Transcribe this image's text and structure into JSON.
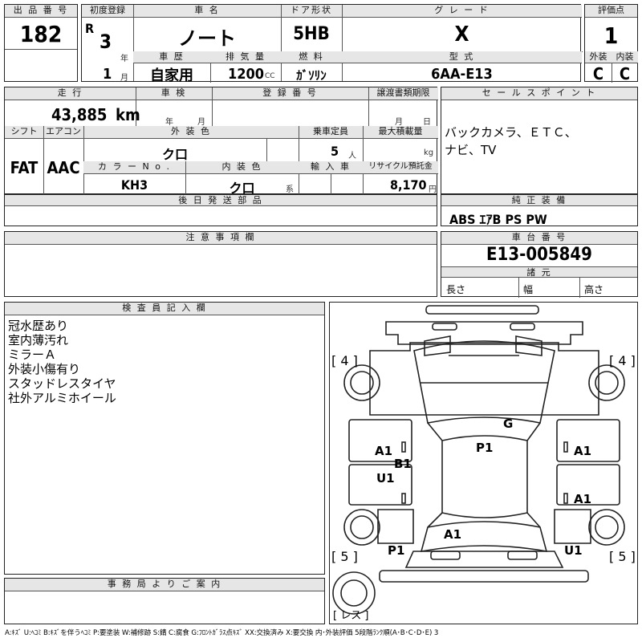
{
  "headers": {
    "lot_number": "出 品 番 号",
    "first_registration": "初度登録",
    "car_name": "車 名",
    "door_type": "ドア形状",
    "grade": "グ レ ー ド",
    "score": "評価点",
    "history": "車 歴",
    "displacement": "排 気 量",
    "fuel": "燃 料",
    "model": "型 式",
    "exterior": "外装",
    "interior": "内装",
    "mileage": "走 行",
    "inspection": "車 検",
    "registration_no": "登 録 番 号",
    "transfer_deadline": "譲渡書類期限",
    "sales_point": "セ ー ル ス ポ イ ン ト",
    "shift": "シフト",
    "aircon": "エアコン",
    "exterior_color": "外 装 色",
    "capacity": "乗車定員",
    "max_load": "最大積載量",
    "color_no": "カ ラ ー  N o .",
    "interior_color": "内 装 色",
    "import": "輸 入 車",
    "recycle": "リサイクル預託金",
    "later_parts": "後 日 発 送 部 品",
    "genuine_equipment": "純 正 装 備",
    "notes": "注 意 事 項 欄",
    "chassis_no": "車 台 番 号",
    "specs": "諸 元",
    "inspector": "検 査 員 記 入 欄",
    "office": "事 務 局 よ り ご 案 内"
  },
  "units": {
    "year": "年",
    "month": "月",
    "cc": "CC",
    "km": "km",
    "persons": "人",
    "kg": "kg",
    "yen": "円",
    "interior_suffix": "系",
    "length": "長さ",
    "width": "幅",
    "height": "高さ"
  },
  "values": {
    "lot_number": "182",
    "era": "R",
    "reg_year": "3",
    "reg_month": "1",
    "car_name": "ノート",
    "door_type": "5HB",
    "grade": "X",
    "score": "1",
    "history": "自家用",
    "displacement": "1200",
    "fuel": "ｶﾞｿﾘﾝ",
    "model": "6AA-E13",
    "exterior_grade": "C",
    "interior_grade": "C",
    "mileage": "43,885",
    "shift": "FAT",
    "aircon": "AAC",
    "exterior_color": "ク口",
    "capacity": "5",
    "color_no": "KH3",
    "interior_color": "ク口",
    "recycle": "8,170",
    "sales_point": [
      "バックカメラ、ＥＴＣ、",
      "ナビ、TV"
    ],
    "genuine_equipment": "ABS ｴｱB PS PW",
    "chassis_no": "E13-005849"
  },
  "inspector_notes": [
    "冠水歴あり",
    "室内薄汚れ",
    "ミラーＡ",
    "外装小傷有り",
    "スタッドレスタイヤ",
    "社外アルミホイール"
  ],
  "diagram": {
    "tire_fl": "[ 4 ]",
    "tire_fr": "[ 4 ]",
    "tire_rl": "[ 5 ]",
    "tire_rr": "[ 5 ]",
    "spare": "[ レス ]",
    "mark_g": "G",
    "mark_p1_roof": "P1",
    "mark_a1_left_front_door": "A1",
    "mark_b1": "B1",
    "mark_u1_left_rear_door": "U1",
    "mark_a1_right_front_door": "A1",
    "mark_a1_right_rear_door": "A1",
    "mark_a1_rear": "A1",
    "mark_p1_rear_left": "P1",
    "mark_u1_rear_right": "U1"
  },
  "legend": "A:ｷｽﾞ U:ﾍｺﾐ B:ｷｽﾞを伴うﾍｺﾐ P:要塗装 W:補修跡 S:錆 C:腐食 G:ﾌﾛﾝﾄｶﾞﾗｽ点ｷｽﾞ XX:交換済み X:要交換  内･外装評価 5段階ﾗﾝｸ順(A･B･C･D･E) 3"
}
